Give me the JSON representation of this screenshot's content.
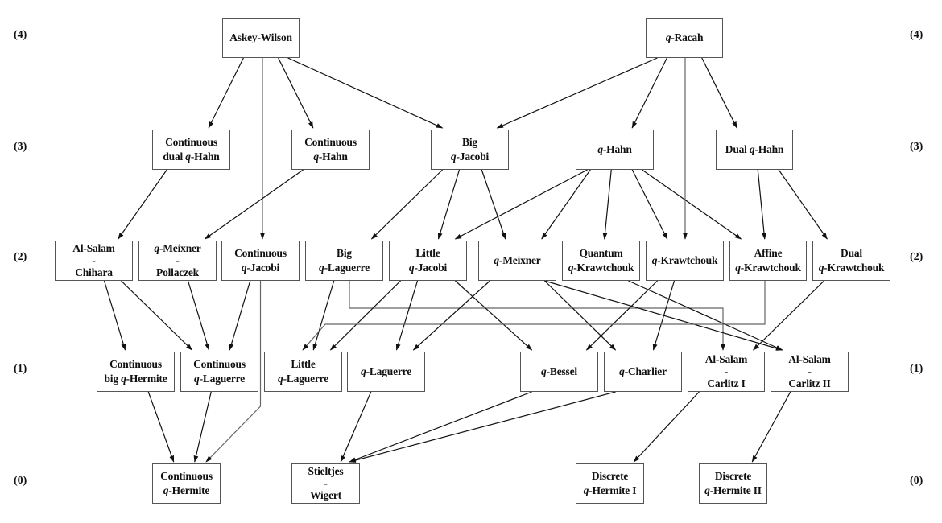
{
  "level_labels": [
    "(4)",
    "(3)",
    "(2)",
    "(1)",
    "(0)"
  ],
  "nodes": {
    "askey_wilson": {
      "lines": [
        "Askey-Wilson"
      ]
    },
    "q_racah": {
      "lines": [
        "*q*-Racah"
      ]
    },
    "cont_dual_q_hahn": {
      "lines": [
        "Continuous",
        "dual *q*-Hahn"
      ]
    },
    "cont_q_hahn": {
      "lines": [
        "Continuous",
        "*q*-Hahn"
      ]
    },
    "big_q_jacobi": {
      "lines": [
        "Big",
        "*q*-Jacobi"
      ]
    },
    "q_hahn": {
      "lines": [
        "*q*-Hahn"
      ]
    },
    "dual_q_hahn": {
      "lines": [
        "Dual *q*-Hahn"
      ]
    },
    "al_salam_chihara": {
      "lines": [
        "Al-Salam",
        "-",
        "Chihara"
      ]
    },
    "q_meixner_pollaczek": {
      "lines": [
        "*q*-Meixner",
        "-",
        "Pollaczek"
      ]
    },
    "cont_q_jacobi": {
      "lines": [
        "Continuous",
        "*q*-Jacobi"
      ]
    },
    "big_q_laguerre": {
      "lines": [
        "Big",
        "*q*-Laguerre"
      ]
    },
    "little_q_jacobi": {
      "lines": [
        "Little",
        "*q*-Jacobi"
      ]
    },
    "q_meixner": {
      "lines": [
        "*q*-Meixner"
      ]
    },
    "quantum_q_krawtchouk": {
      "lines": [
        "Quantum",
        "*q*-Krawtchouk"
      ]
    },
    "q_krawtchouk": {
      "lines": [
        "*q*-Krawtchouk"
      ]
    },
    "affine_q_krawtchouk": {
      "lines": [
        "Affine",
        "*q*-Krawtchouk"
      ]
    },
    "dual_q_krawtchouk": {
      "lines": [
        "Dual",
        "*q*-Krawtchouk"
      ]
    },
    "cont_big_q_hermite": {
      "lines": [
        "Continuous",
        "big *q*-Hermite"
      ]
    },
    "cont_q_laguerre": {
      "lines": [
        "Continuous",
        "*q*-Laguerre"
      ]
    },
    "little_q_laguerre": {
      "lines": [
        "Little",
        "*q*-Laguerre"
      ]
    },
    "q_laguerre": {
      "lines": [
        "*q*-Laguerre"
      ]
    },
    "q_bessel": {
      "lines": [
        "*q*-Bessel"
      ]
    },
    "q_charlier": {
      "lines": [
        "*q*-Charlier"
      ]
    },
    "al_salam_carlitz_1": {
      "lines": [
        "Al-Salam",
        "-",
        "Carlitz I"
      ]
    },
    "al_salam_carlitz_2": {
      "lines": [
        "Al-Salam",
        "-",
        "Carlitz II"
      ]
    },
    "cont_q_hermite": {
      "lines": [
        "Continuous",
        "*q*-Hermite"
      ]
    },
    "stieltjes_wigert": {
      "lines": [
        "Stieltjes",
        "-",
        "Wigert"
      ]
    },
    "discrete_q_hermite_1": {
      "lines": [
        "Discrete",
        "*q*-Hermite I"
      ]
    },
    "discrete_q_hermite_2": {
      "lines": [
        "Discrete",
        "*q*-Hermite II"
      ]
    }
  },
  "edges": [
    [
      "askey_wilson",
      "cont_dual_q_hahn"
    ],
    [
      "askey_wilson",
      "cont_q_hahn"
    ],
    [
      "askey_wilson",
      "cont_q_jacobi"
    ],
    [
      "askey_wilson",
      "big_q_jacobi"
    ],
    [
      "q_racah",
      "big_q_jacobi"
    ],
    [
      "q_racah",
      "q_hahn"
    ],
    [
      "q_racah",
      "q_krawtchouk"
    ],
    [
      "q_racah",
      "dual_q_hahn"
    ],
    [
      "cont_dual_q_hahn",
      "al_salam_chihara"
    ],
    [
      "cont_q_hahn",
      "q_meixner_pollaczek"
    ],
    [
      "big_q_jacobi",
      "big_q_laguerre"
    ],
    [
      "big_q_jacobi",
      "little_q_jacobi"
    ],
    [
      "big_q_jacobi",
      "q_meixner"
    ],
    [
      "q_hahn",
      "little_q_jacobi"
    ],
    [
      "q_hahn",
      "q_meixner"
    ],
    [
      "q_hahn",
      "quantum_q_krawtchouk"
    ],
    [
      "q_hahn",
      "q_krawtchouk"
    ],
    [
      "q_hahn",
      "affine_q_krawtchouk"
    ],
    [
      "dual_q_hahn",
      "affine_q_krawtchouk"
    ],
    [
      "dual_q_hahn",
      "dual_q_krawtchouk"
    ],
    [
      "al_salam_chihara",
      "cont_big_q_hermite"
    ],
    [
      "al_salam_chihara",
      "cont_q_laguerre"
    ],
    [
      "q_meixner_pollaczek",
      "cont_q_laguerre"
    ],
    [
      "cont_q_jacobi",
      "cont_q_laguerre"
    ],
    [
      "cont_q_jacobi",
      "cont_q_hermite"
    ],
    [
      "big_q_laguerre",
      "little_q_laguerre"
    ],
    [
      "big_q_laguerre",
      "al_salam_carlitz_1"
    ],
    [
      "little_q_jacobi",
      "little_q_laguerre"
    ],
    [
      "little_q_jacobi",
      "q_laguerre"
    ],
    [
      "little_q_jacobi",
      "q_bessel"
    ],
    [
      "q_meixner",
      "q_laguerre"
    ],
    [
      "q_meixner",
      "q_charlier"
    ],
    [
      "q_meixner",
      "al_salam_carlitz_2"
    ],
    [
      "quantum_q_krawtchouk",
      "al_salam_carlitz_2"
    ],
    [
      "q_krawtchouk",
      "q_bessel"
    ],
    [
      "q_krawtchouk",
      "q_charlier"
    ],
    [
      "affine_q_krawtchouk",
      "little_q_laguerre"
    ],
    [
      "dual_q_krawtchouk",
      "al_salam_carlitz_1"
    ],
    [
      "cont_big_q_hermite",
      "cont_q_hermite"
    ],
    [
      "cont_q_laguerre",
      "cont_q_hermite"
    ],
    [
      "q_laguerre",
      "stieltjes_wigert"
    ],
    [
      "q_bessel",
      "stieltjes_wigert"
    ],
    [
      "q_charlier",
      "stieltjes_wigert"
    ],
    [
      "al_salam_carlitz_1",
      "discrete_q_hermite_1"
    ],
    [
      "al_salam_carlitz_2",
      "discrete_q_hermite_2"
    ]
  ]
}
